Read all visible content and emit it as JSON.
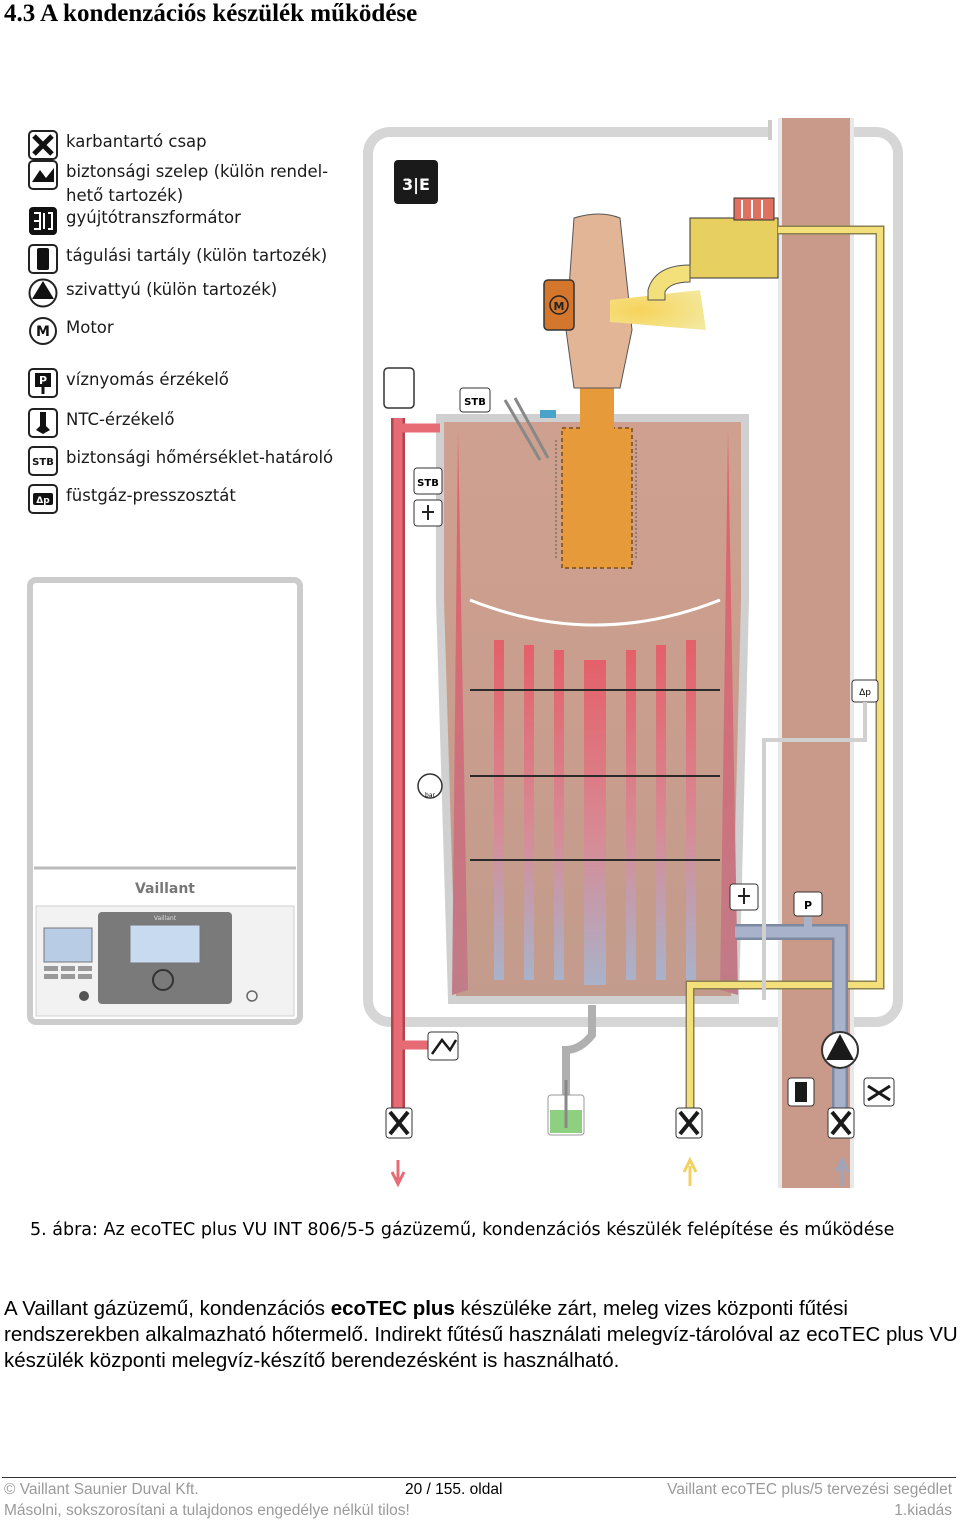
{
  "heading": "4.3 A kondenzációs készülék működése",
  "legend": [
    {
      "icon": "service-valve-icon",
      "text": "karbantartó csap"
    },
    {
      "icon": "safety-valve-icon",
      "text": "biztonsági szelep (külön rendel-\nhető tartozék)"
    },
    {
      "icon": "ignition-transformer-icon",
      "text": "gyújtótranszformátor"
    },
    {
      "icon": "expansion-tank-icon",
      "text": "tágulási tartály (külön tartozék)"
    },
    {
      "icon": "pump-icon",
      "text": "szivattyú (külön tartozék)"
    },
    {
      "icon": "motor-icon",
      "text": "Motor"
    },
    {
      "icon": "water-pressure-sensor-icon",
      "text": "víznyomás érzékelő"
    },
    {
      "icon": "ntc-sensor-icon",
      "text": "NTC-érzékelő"
    },
    {
      "icon": "safety-temperature-limiter-icon",
      "text": "biztonsági hőmérséklet-határoló"
    },
    {
      "icon": "flue-gas-pressostat-icon",
      "text": "füstgáz-presszosztát"
    }
  ],
  "diagram_labels": {
    "stb": "STB",
    "dp": "Δp",
    "motor": "M",
    "pressure_sensor": "P",
    "gauge_unit": "bar",
    "brand": "Vaillant",
    "brand_small": "Vaillant"
  },
  "caption": "5. ábra: Az ecoTEC plus VU INT 806/5-5 gázüzemű, kondenzációs készülék felépítése és működése",
  "paragraph": {
    "part1": "A Vaillant gázüzemű, kondenzációs ",
    "bold": "ecoTEC plus",
    "part2": " készüléke zárt, meleg vizes központi fűtési rendszerekben alkalmazható hőtermelő. Indirekt fűtésű használati melegvíz-tárolóval az ecoTEC plus VU készülék központi melegvíz-készítő berendezésként is használható."
  },
  "footer": {
    "left_top": "© Vaillant Saunier Duval Kft.",
    "center": "20 / 155. oldal",
    "right_top": "Vaillant ecoTEC plus/5 tervezési segédlet",
    "left_bottom": "Másolni, sokszorosítani a tulajdonos engedélye nélkül tilos!",
    "right_bottom": "1.kiadás"
  },
  "colors": {
    "chimney": "#c99a8a",
    "exchanger": "#c99e8c",
    "hot_pipe": "#e05a63",
    "cold_pipe": "#9aa6bf",
    "gas_pipe": "#f3e07a",
    "fan": "#e79a3a",
    "condensate": "#8fcf80"
  }
}
